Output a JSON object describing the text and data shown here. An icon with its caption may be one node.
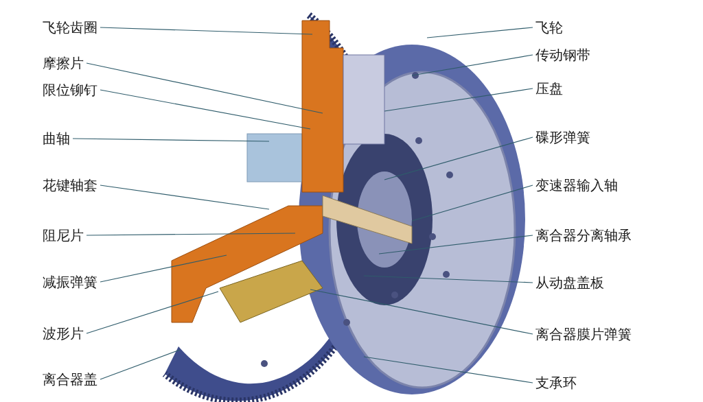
{
  "diagram": {
    "nodes": [
      {
        "text": [
          "飞轮齿圈"
        ]
      },
      {
        "text": [
          "摩擦片"
        ]
      },
      {
        "text": [
          "限位铆钉"
        ]
      },
      {
        "text": [
          "曲轴"
        ]
      },
      {
        "text": [
          "花键轴套"
        ]
      },
      {
        "text": [
          "阻尼片"
        ]
      },
      {
        "text": [
          "减振弹簧"
        ]
      },
      {
        "text": [
          "波形片"
        ]
      },
      {
        "text": [
          "离合器盖"
        ]
      },
      {
        "text": [
          "飞轮"
        ]
      },
      {
        "text": [
          "传动钢带"
        ]
      },
      {
        "text": [
          "压盘"
        ]
      },
      {
        "text": [
          "碟形弹簧"
        ]
      },
      {
        "text": [
          "变速器输入轴"
        ]
      },
      {
        "text": [
          "离合器分离轴承"
        ]
      },
      {
        "text": [
          "从动盘盖板"
        ]
      },
      {
        "text": [
          "离合器膜片弹簧"
        ]
      },
      {
        "text": [
          "支承环"
        ]
      }
    ],
    "edges": [
      {
        "from": 0,
        "to": null,
        "arrow": "none"
      },
      {
        "from": 1,
        "to": null,
        "arrow": "none"
      },
      {
        "from": 2,
        "to": null,
        "arrow": "none"
      },
      {
        "from": 3,
        "to": null,
        "arrow": "none"
      },
      {
        "from": 4,
        "to": null,
        "arrow": "none"
      },
      {
        "from": 5,
        "to": null,
        "arrow": "none"
      },
      {
        "from": 6,
        "to": null,
        "arrow": "none"
      },
      {
        "from": 7,
        "to": null,
        "arrow": "none"
      },
      {
        "from": 8,
        "to": null,
        "arrow": "none"
      },
      {
        "from": 9,
        "to": null,
        "arrow": "none"
      },
      {
        "from": 10,
        "to": null,
        "arrow": "none"
      },
      {
        "from": 11,
        "to": null,
        "arrow": "none"
      },
      {
        "from": 12,
        "to": null,
        "arrow": "none"
      },
      {
        "from": 13,
        "to": null,
        "arrow": "none"
      },
      {
        "from": 14,
        "to": null,
        "arrow": "none"
      },
      {
        "from": 15,
        "to": null,
        "arrow": "none"
      },
      {
        "from": 16,
        "to": null,
        "arrow": "none"
      },
      {
        "from": 17,
        "to": null,
        "arrow": "none"
      }
    ]
  }
}
